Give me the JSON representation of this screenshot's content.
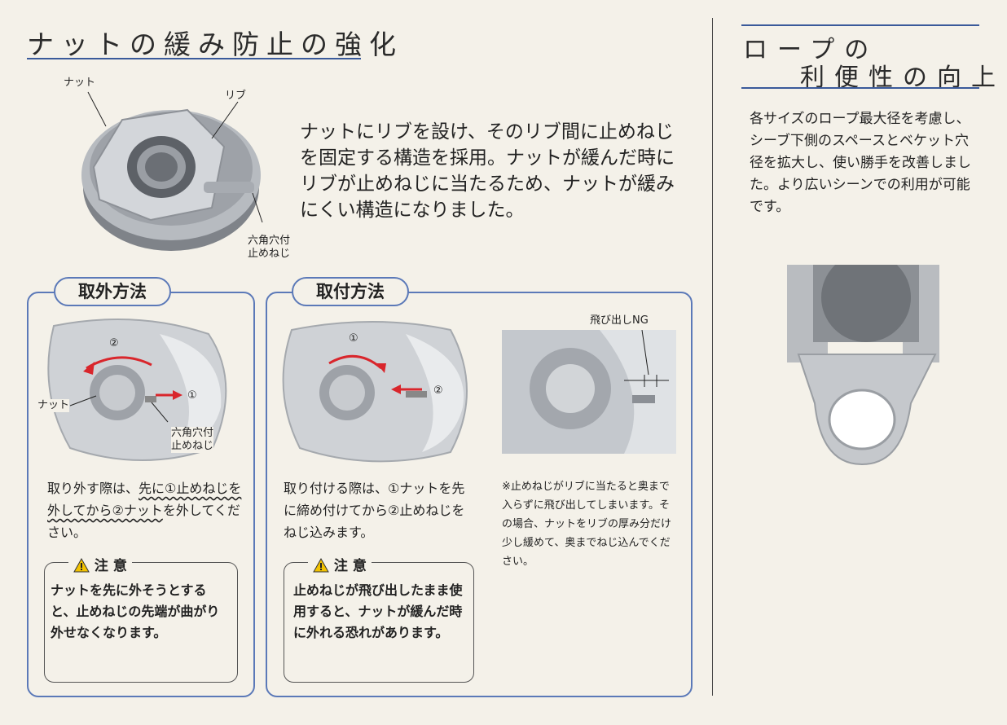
{
  "left_heading": "ナットの緩み防止の強化",
  "right_heading": {
    "line1": "ロープの",
    "line2": "利便性の向上"
  },
  "intro_text": "ナットにリブを設け、そのリブ間に止めねじを固定する構造を採用。ナットが緩んだ時にリブが止めねじに当たるため、ナットが緩みにくい構造になりました。",
  "nut_labels": {
    "nut": "ナット",
    "rib": "リブ",
    "screw_line1": "六角穴付",
    "screw_line2": "止めねじ"
  },
  "removal": {
    "title": "取外方法",
    "nut_label": "ナット",
    "screw_line1": "六角穴付",
    "screw_line2": "止めねじ",
    "step1": "①",
    "step2": "②",
    "text_a": "取り外す際は、",
    "text_b": "先に①止めねじを外してから②ナット",
    "text_c": "を外してください。",
    "caution_title": "注 意",
    "caution_text": "ナットを先に外そうとすると、止めねじの先端が曲がり外せなくなります。"
  },
  "install": {
    "title": "取付方法",
    "step1": "①",
    "step2": "②",
    "text": "取り付ける際は、①ナットを先に締め付けてから②止めねじをねじ込みます。",
    "caution_title": "注 意",
    "caution_text": "止めねじが飛び出したまま使用すると、ナットが緩んだ時に外れる恐れがあります。",
    "ng_label": "飛び出しNG",
    "note": "※止めねじがリブに当たると奥まで入らずに飛び出してしまいます。その場合、ナットをリブの厚み分だけ少し緩めて、奥までねじ込んでください。"
  },
  "right_text": "各サイズのロープ最大径を考慮し、シーブ下側のスペースとベケット穴径を拡大し、使い勝手を改善しました。より広いシーンでの利用が可能です。",
  "colors": {
    "accent": "#5b79b8",
    "arrow": "#d9262c",
    "warning": "#f2c200"
  }
}
